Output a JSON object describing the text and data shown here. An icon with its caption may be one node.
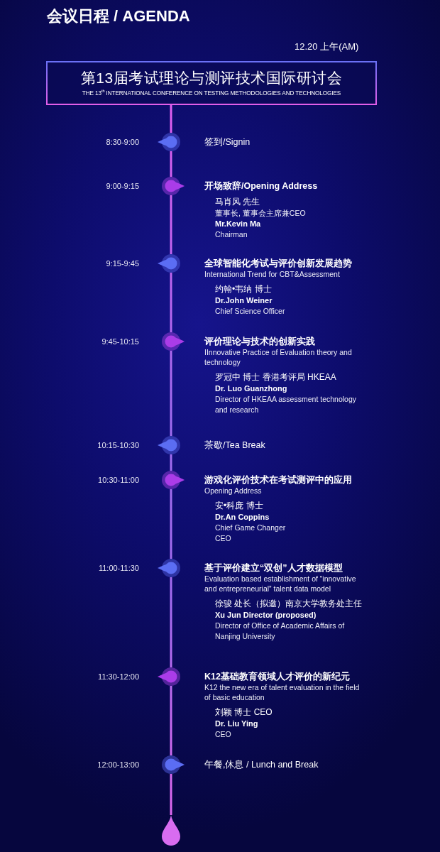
{
  "diagram": {
    "title": "会议日程 / AGENDA",
    "nodes": [
      {
        "text": [
          "第13届考试理论与测评技术国际研讨会",
          "THE 13$^{th}$ INTERNATIONAL CONFERENCE ON TESTING METHODOLOGIES AND TECHNOLOGIES"
        ]
      },
      {
        "text": [],
        "shape": "circle",
        "beside": [
          "8:30-9:00",
          "签到/Signin"
        ]
      },
      {
        "text": [],
        "shape": "circle",
        "beside": [
          "9:00-9:15",
          "开场致辞/Opening Address",
          "马肖风 先生",
          "董事长, 董事会主席兼CEO",
          "Mr.Kevin Ma",
          "Chairman"
        ]
      },
      {
        "text": [],
        "shape": "circle",
        "beside": [
          "9:15-9:45",
          "全球智能化考试与评价创新发展趋势",
          "International Trend for CBT&Assessment",
          "约翰•韦纳 博士",
          "Dr.John Weiner",
          "Chief Science Officer"
        ]
      },
      {
        "text": [],
        "shape": "circle",
        "beside": [
          "9:45-10:15",
          "评价理论与技术的创新实践",
          "IInnovative Practice of Evaluation theory and technology",
          "罗冠中 博士 香港考评局 HKEAA",
          "Dr. Luo Guanzhong",
          "Director of HKEAA assessment technology and research"
        ]
      },
      {
        "text": [],
        "shape": "circle",
        "beside": [
          "10:15-10:30",
          "茶歇/Tea Break"
        ]
      },
      {
        "text": [],
        "shape": "circle",
        "beside": [
          "10:30-11:00",
          "游戏化评价技术在考试测评中的应用",
          "Opening Address",
          "安•科庞 博士",
          "Dr.An Coppins",
          "Chief Game Changer",
          "CEO"
        ]
      },
      {
        "text": [],
        "shape": "circle",
        "beside": [
          "11:00-11:30",
          "基于评价建立“双创”人才数据模型",
          "Evaluation based establishment of “innovative and entrepreneurial” talent data model",
          "徐骏 处长（拟邀）南京大学教务处主任",
          "Xu Jun Director (proposed)",
          "Director of Office of Academic Affairs of Nanjing University"
        ]
      },
      {
        "text": [],
        "shape": "circle",
        "beside": [
          "11:30-12:00",
          "K12基础教育领域人才评价的新纪元",
          "K12 the new era of talent evaluation in the field of basic education",
          "刘颖 博士 CEO",
          "Dr. Liu Ying",
          "CEO"
        ]
      },
      {
        "text": [],
        "shape": "circle",
        "beside": [
          "12:00-13:00",
          "午餐,休息 / Lunch and Break"
        ]
      },
      {
        "text": [],
        "shape": "drop"
      }
    ],
    "edges": [
      {
        "from": 0,
        "to": 1,
        "arrow": "none"
      },
      {
        "from": 1,
        "to": 2,
        "arrow": "none"
      },
      {
        "from": 2,
        "to": 3,
        "arrow": "none"
      },
      {
        "from": 3,
        "to": 4,
        "arrow": "none"
      },
      {
        "from": 4,
        "to": 5,
        "arrow": "none"
      },
      {
        "from": 5,
        "to": 6,
        "arrow": "none"
      },
      {
        "from": 6,
        "to": 7,
        "arrow": "none"
      },
      {
        "from": 7,
        "to": 8,
        "arrow": "none"
      },
      {
        "from": 8,
        "to": 9,
        "arrow": "none"
      },
      {
        "from": 9,
        "to": 10,
        "arrow": "none"
      }
    ],
    "labels": [
      "12.20 上午(AM)"
    ]
  }
}
